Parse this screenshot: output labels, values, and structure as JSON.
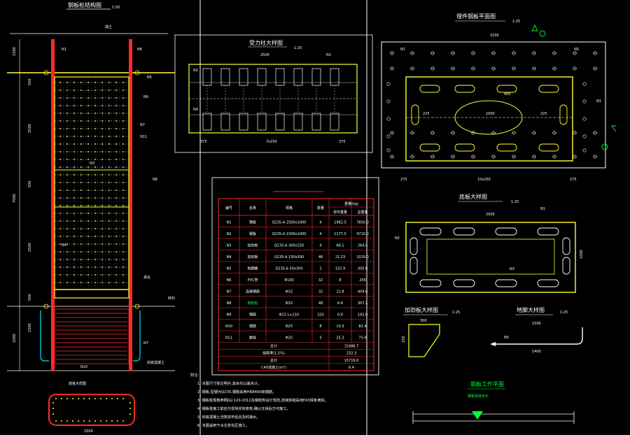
{
  "titles": {
    "steel_pipe": "钢板桩结构图",
    "steel_pipe_scale": "1:50",
    "shear_plan": "受力柱大样图",
    "shear_scale": "1:25",
    "anchor_plan": "埋件钢板平面图",
    "anchor_scale": "1:25",
    "table_title": "钢桩工程数量表",
    "base_plate": "底板大样图",
    "base_scale": "1:25",
    "stiffener": "加劲板大样图",
    "stiffener_scale": "1:25",
    "anchor_bar": "地脚大样图",
    "anchor_bar_scale": "1:25",
    "water_level": "钢板工作平面",
    "water_level_sub": "钢板高度标示"
  },
  "dims": {
    "left_width": "2500",
    "shear_width": "2500",
    "shear_dim_a": "375",
    "shear_dim_b": "7x250",
    "shear_dim_c": "375",
    "anchor_width": "3200",
    "anchor_bottom": "10x250",
    "anchor_left": "275",
    "anchor_right": "275",
    "base_width": "2500",
    "base_height": "1000",
    "stiff_w": "300",
    "stiff_h": "150",
    "bar_w": "1500",
    "bar_len": "1400",
    "center_dim": "1000",
    "gap_a": "225",
    "gap_b": "225",
    "hole_dim": "400",
    "vert_a": "500",
    "vert_b": "2500",
    "vert_c": "500",
    "vert_d": "2500",
    "vert_e": "500",
    "vert_total": "7000",
    "top_dim": "1000",
    "bottom_dim": "1000",
    "depth_dim": "1500"
  },
  "labels": {
    "n1": "N1",
    "n2": "N2",
    "n3": "N3",
    "n4": "N4",
    "n5": "N5",
    "n6": "N6",
    "n7": "N7",
    "n8": "N8",
    "n9": "N9",
    "n10": "N10",
    "n11": "N11",
    "fill": "填土",
    "fill2": "碎石",
    "conc": "承台",
    "seal": "封底混凝土"
  },
  "table": {
    "headers": [
      "编号",
      "名称",
      "规格",
      "数量",
      "重量(kg)"
    ],
    "sub_headers": [
      "单件重量",
      "总重量"
    ],
    "rows": [
      [
        "N1",
        "钢板",
        "Q235-A 2500x1000",
        "4",
        "1962.5",
        "7850.0"
      ],
      [
        "N2",
        "钢板",
        "Q235-A 1500x1000",
        "4",
        "1177.5",
        "4710.0"
      ],
      [
        "N3",
        "加劲板",
        "Q235-A 300x150",
        "4",
        "66.1",
        "264.4"
      ],
      [
        "N4",
        "加劲板",
        "Q235-A 150x300",
        "48",
        "21.23",
        "1019.0"
      ],
      [
        "N5",
        "地脚螺",
        "Q235-A 50x300",
        "2",
        "152.9",
        "305.8"
      ],
      [
        "N6",
        "PVC管",
        "Φ100",
        "32",
        "8",
        "256"
      ],
      [
        "N7",
        "连接钢筋",
        "Φ32",
        "32",
        "12.8",
        "409.6"
      ],
      [
        "N8",
        "钢板桩",
        "Φ32",
        "48",
        "6.4",
        "307.2"
      ],
      [
        "N9",
        "钢筋",
        "Φ22 L=210",
        "320",
        "0.6",
        "192.0"
      ],
      [
        "N10",
        "钢筋",
        "Φ25",
        "8",
        "10.3",
        "82.4"
      ],
      [
        "N11",
        "螺栓",
        "Φ25",
        "3",
        "25.3",
        "75.9"
      ]
    ],
    "total_label": "合计",
    "total_value": "15486.7",
    "loss_label": "损耗率(1.5%)",
    "loss_value": "232.3",
    "sum_label": "总计",
    "sum_value": "15719.0",
    "conc_label": "C40混凝土(m³)",
    "conc_value": "6.4"
  },
  "notes": {
    "title": "附注:",
    "items": [
      "1. 本图尺寸除注明外,其余均以毫米计。",
      "2. 钢板,型钢为Q235,钢筋采用HRB400级钢筋。",
      "3. 钢板桩规格参照JGJ 120-2012及钢结构设计规范,连接焊缝采用E43焊条满焊。",
      "4. 钢板桩施工前应与现场实际复核,确认无误后方可施工。",
      "5. 封底混凝土浇筑完毕后应及时抽水。",
      "6. 本图适用于水位变化区施工。"
    ]
  },
  "colors": {
    "frame": "#ffffff",
    "red": "#ff2a2a",
    "yellow": "#ffff33",
    "green": "#00ff33",
    "cyan": "#00e5ff",
    "magenta": "#ff33ff",
    "blue": "#3b6bff"
  }
}
